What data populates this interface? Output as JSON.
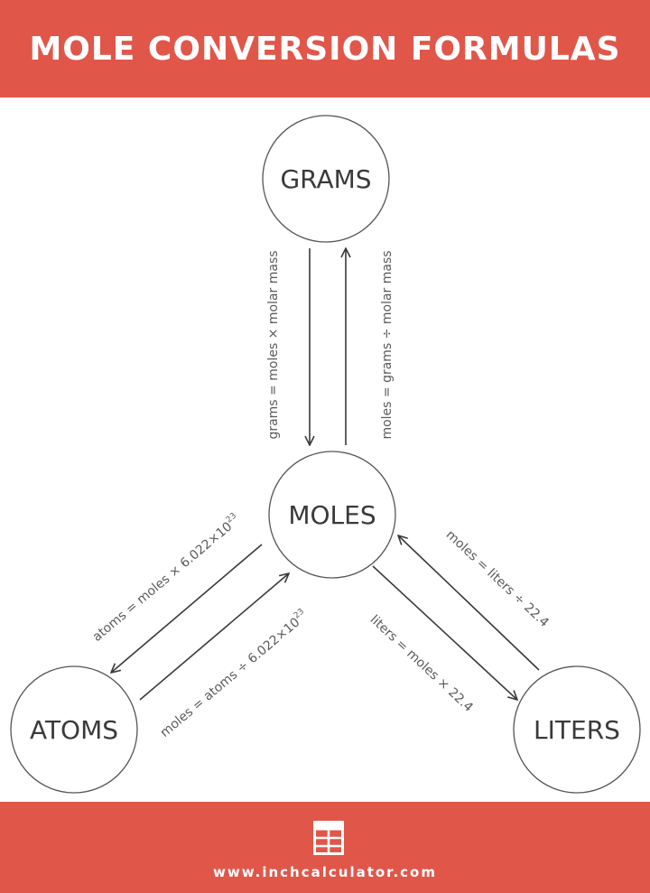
{
  "header": {
    "title": "MOLE CONVERSION FORMULAS"
  },
  "nodes": {
    "grams": "GRAMS",
    "moles": "MOLES",
    "atoms": "ATOMS",
    "liters": "LITERS"
  },
  "formulas": {
    "grams_from_moles": "grams = moles × molar mass",
    "moles_from_grams": "moles = grams ÷ molar mass",
    "atoms_from_moles_base": "atoms = moles × 6.022×10",
    "atoms_from_moles_exp": "23",
    "moles_from_atoms_base": "moles = atoms ÷ 6.022×10",
    "moles_from_atoms_exp": "23",
    "moles_from_liters": "moles = liters ÷ 22.4",
    "liters_from_moles": "liters = moles × 22.4"
  },
  "footer": {
    "icon": "calculator-icon",
    "url": "www.inchcalculator.com"
  },
  "colors": {
    "brand": "#e0574a",
    "text": "#3a3a3a",
    "circle_stroke": "#555555"
  }
}
